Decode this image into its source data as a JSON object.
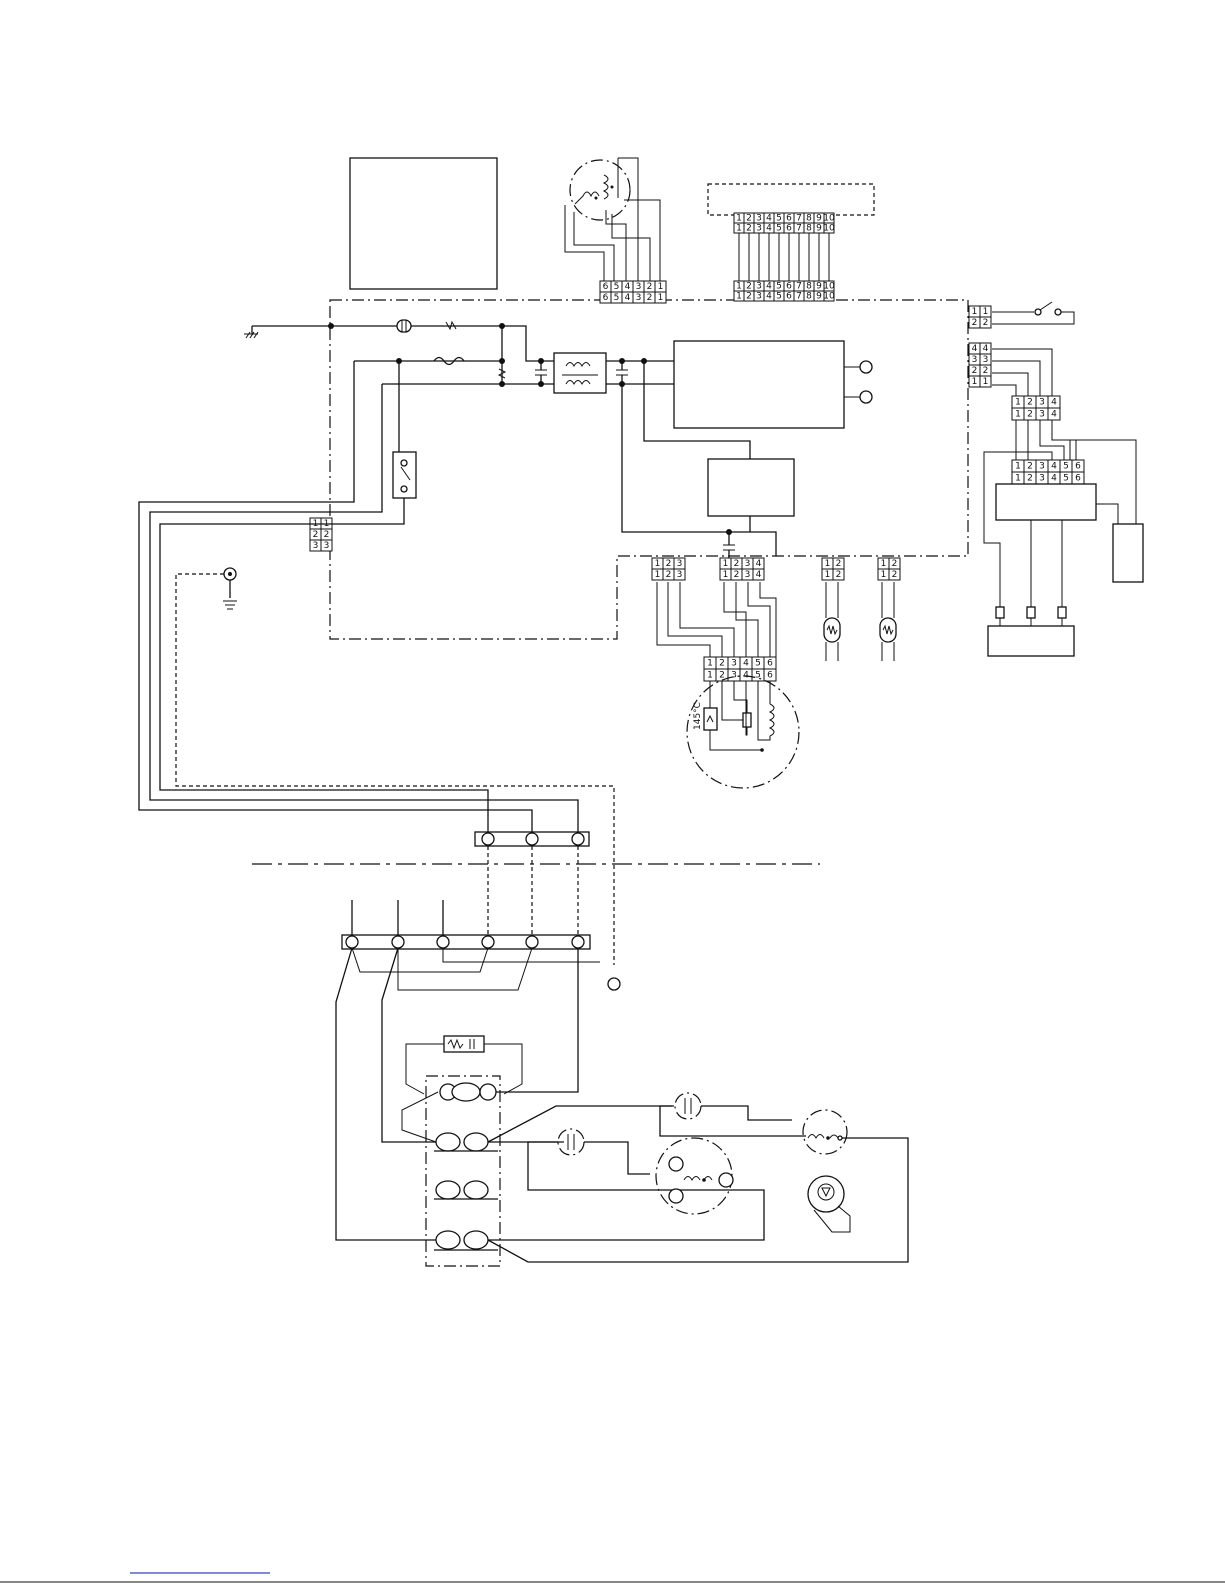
{
  "diagram": {
    "thermal_protector_label": "145°C",
    "connectors": {
      "swing_motor_pins": [
        "6",
        "5",
        "4",
        "3",
        "2",
        "1"
      ],
      "display_pins": [
        "1",
        "2",
        "3",
        "4",
        "5",
        "6",
        "7",
        "8",
        "9",
        "10"
      ],
      "switch_pins": [
        "1",
        "2"
      ],
      "right_pins_4": [
        "4",
        "3",
        "2",
        "1"
      ],
      "right_pins_4b": [
        "1",
        "2",
        "3",
        "4"
      ],
      "right_pins_6": [
        "1",
        "2",
        "3",
        "4",
        "5",
        "6"
      ],
      "power_pins": [
        "1",
        "2",
        "3"
      ],
      "fan_pins_3": [
        "1",
        "2",
        "3"
      ],
      "fan_pins_4": [
        "1",
        "2",
        "3",
        "4"
      ],
      "sensor_pins_2": [
        "1",
        "2"
      ],
      "fan_motor_pins": [
        "1",
        "2",
        "3",
        "4",
        "5",
        "6"
      ]
    }
  }
}
